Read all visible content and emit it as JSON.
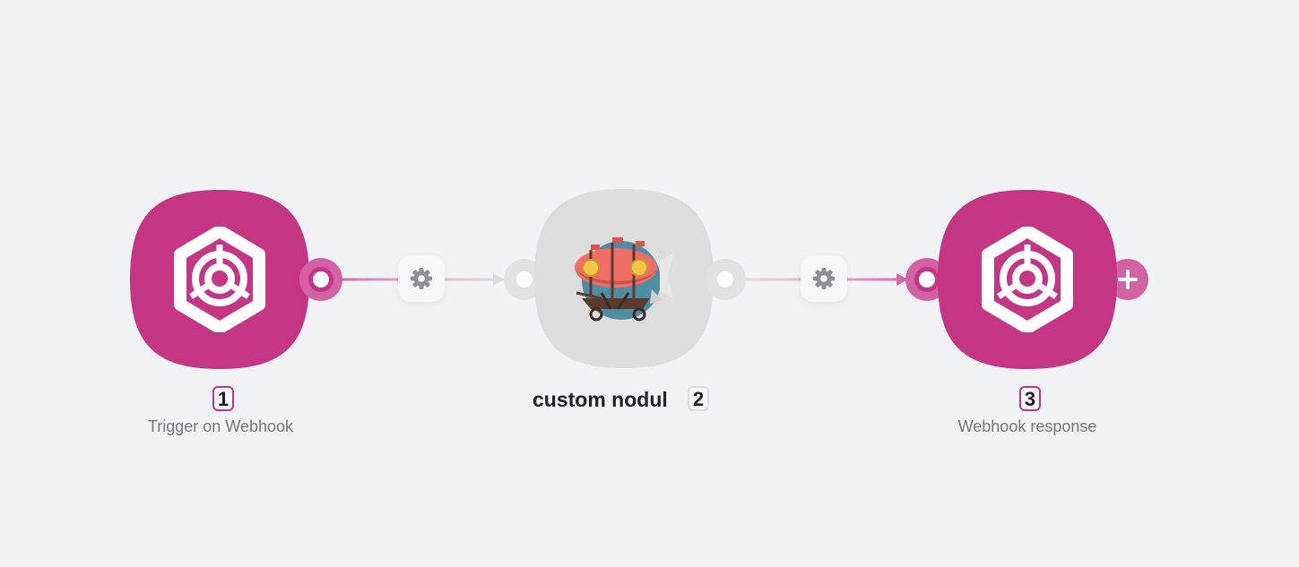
{
  "colors": {
    "canvas_bg": "#f1f2f6",
    "node_pink": "#c43584",
    "node_gray": "#dddddd",
    "connector_pink": "#d66aa6",
    "connector_gray": "#dcdcdc",
    "gear": "#8a8f99"
  },
  "nodes": [
    {
      "number": "1",
      "label": "Trigger on Webhook",
      "icon": "webhooks-hexagon-icon"
    },
    {
      "number": "2",
      "title": "custom nodul",
      "icon": "airship-icon"
    },
    {
      "number": "3",
      "label": "Webhook response",
      "icon": "webhooks-hexagon-icon"
    }
  ],
  "add_button": {
    "symbol": "+"
  }
}
